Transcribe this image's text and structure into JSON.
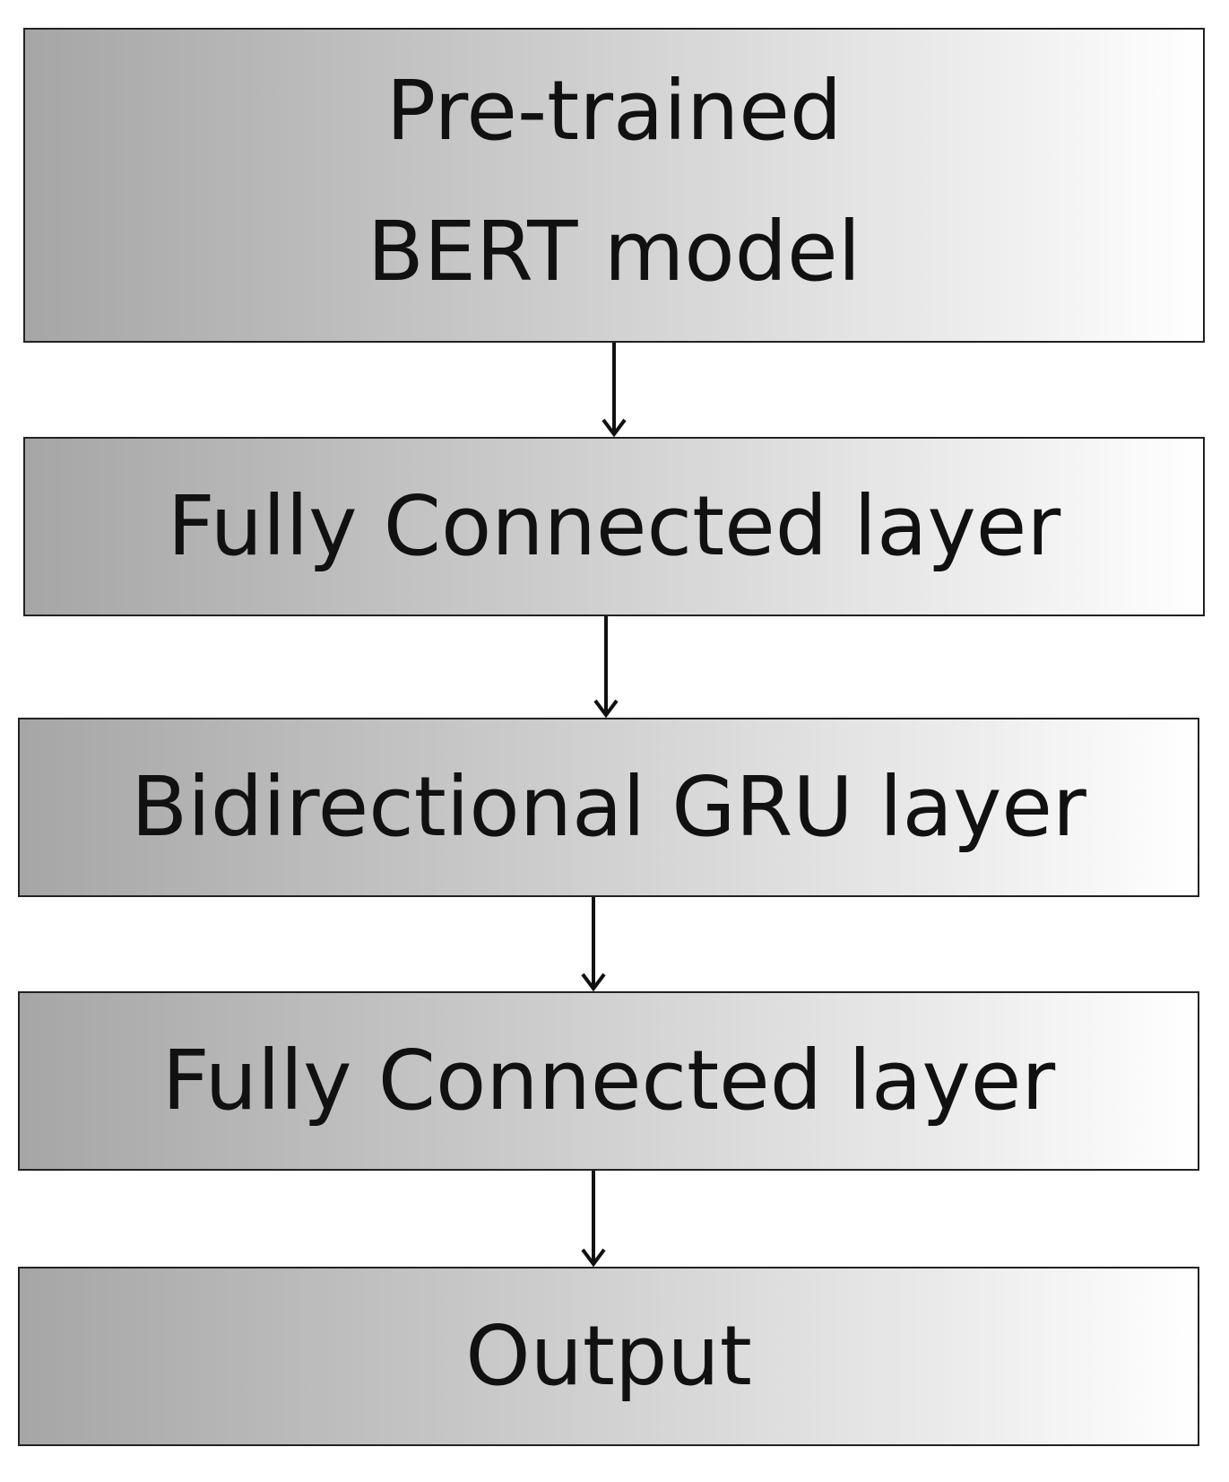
{
  "diagram": {
    "nodes": [
      {
        "id": "bert",
        "lines": [
          "Pre-trained",
          "BERT model"
        ]
      },
      {
        "id": "fc1",
        "lines": [
          "Fully Connected layer"
        ]
      },
      {
        "id": "gru",
        "lines": [
          "Bidirectional GRU layer"
        ]
      },
      {
        "id": "fc2",
        "lines": [
          "Fully Connected layer"
        ]
      },
      {
        "id": "output",
        "lines": [
          "Output"
        ]
      }
    ],
    "edges": [
      {
        "from": "bert",
        "to": "fc1"
      },
      {
        "from": "fc1",
        "to": "gru"
      },
      {
        "from": "gru",
        "to": "fc2"
      },
      {
        "from": "fc2",
        "to": "output"
      }
    ],
    "colors": {
      "gradient_start": "#a6a6a6",
      "gradient_end": "#ffffff",
      "border": "#222222",
      "text": "#111111",
      "arrow": "#111111"
    }
  }
}
